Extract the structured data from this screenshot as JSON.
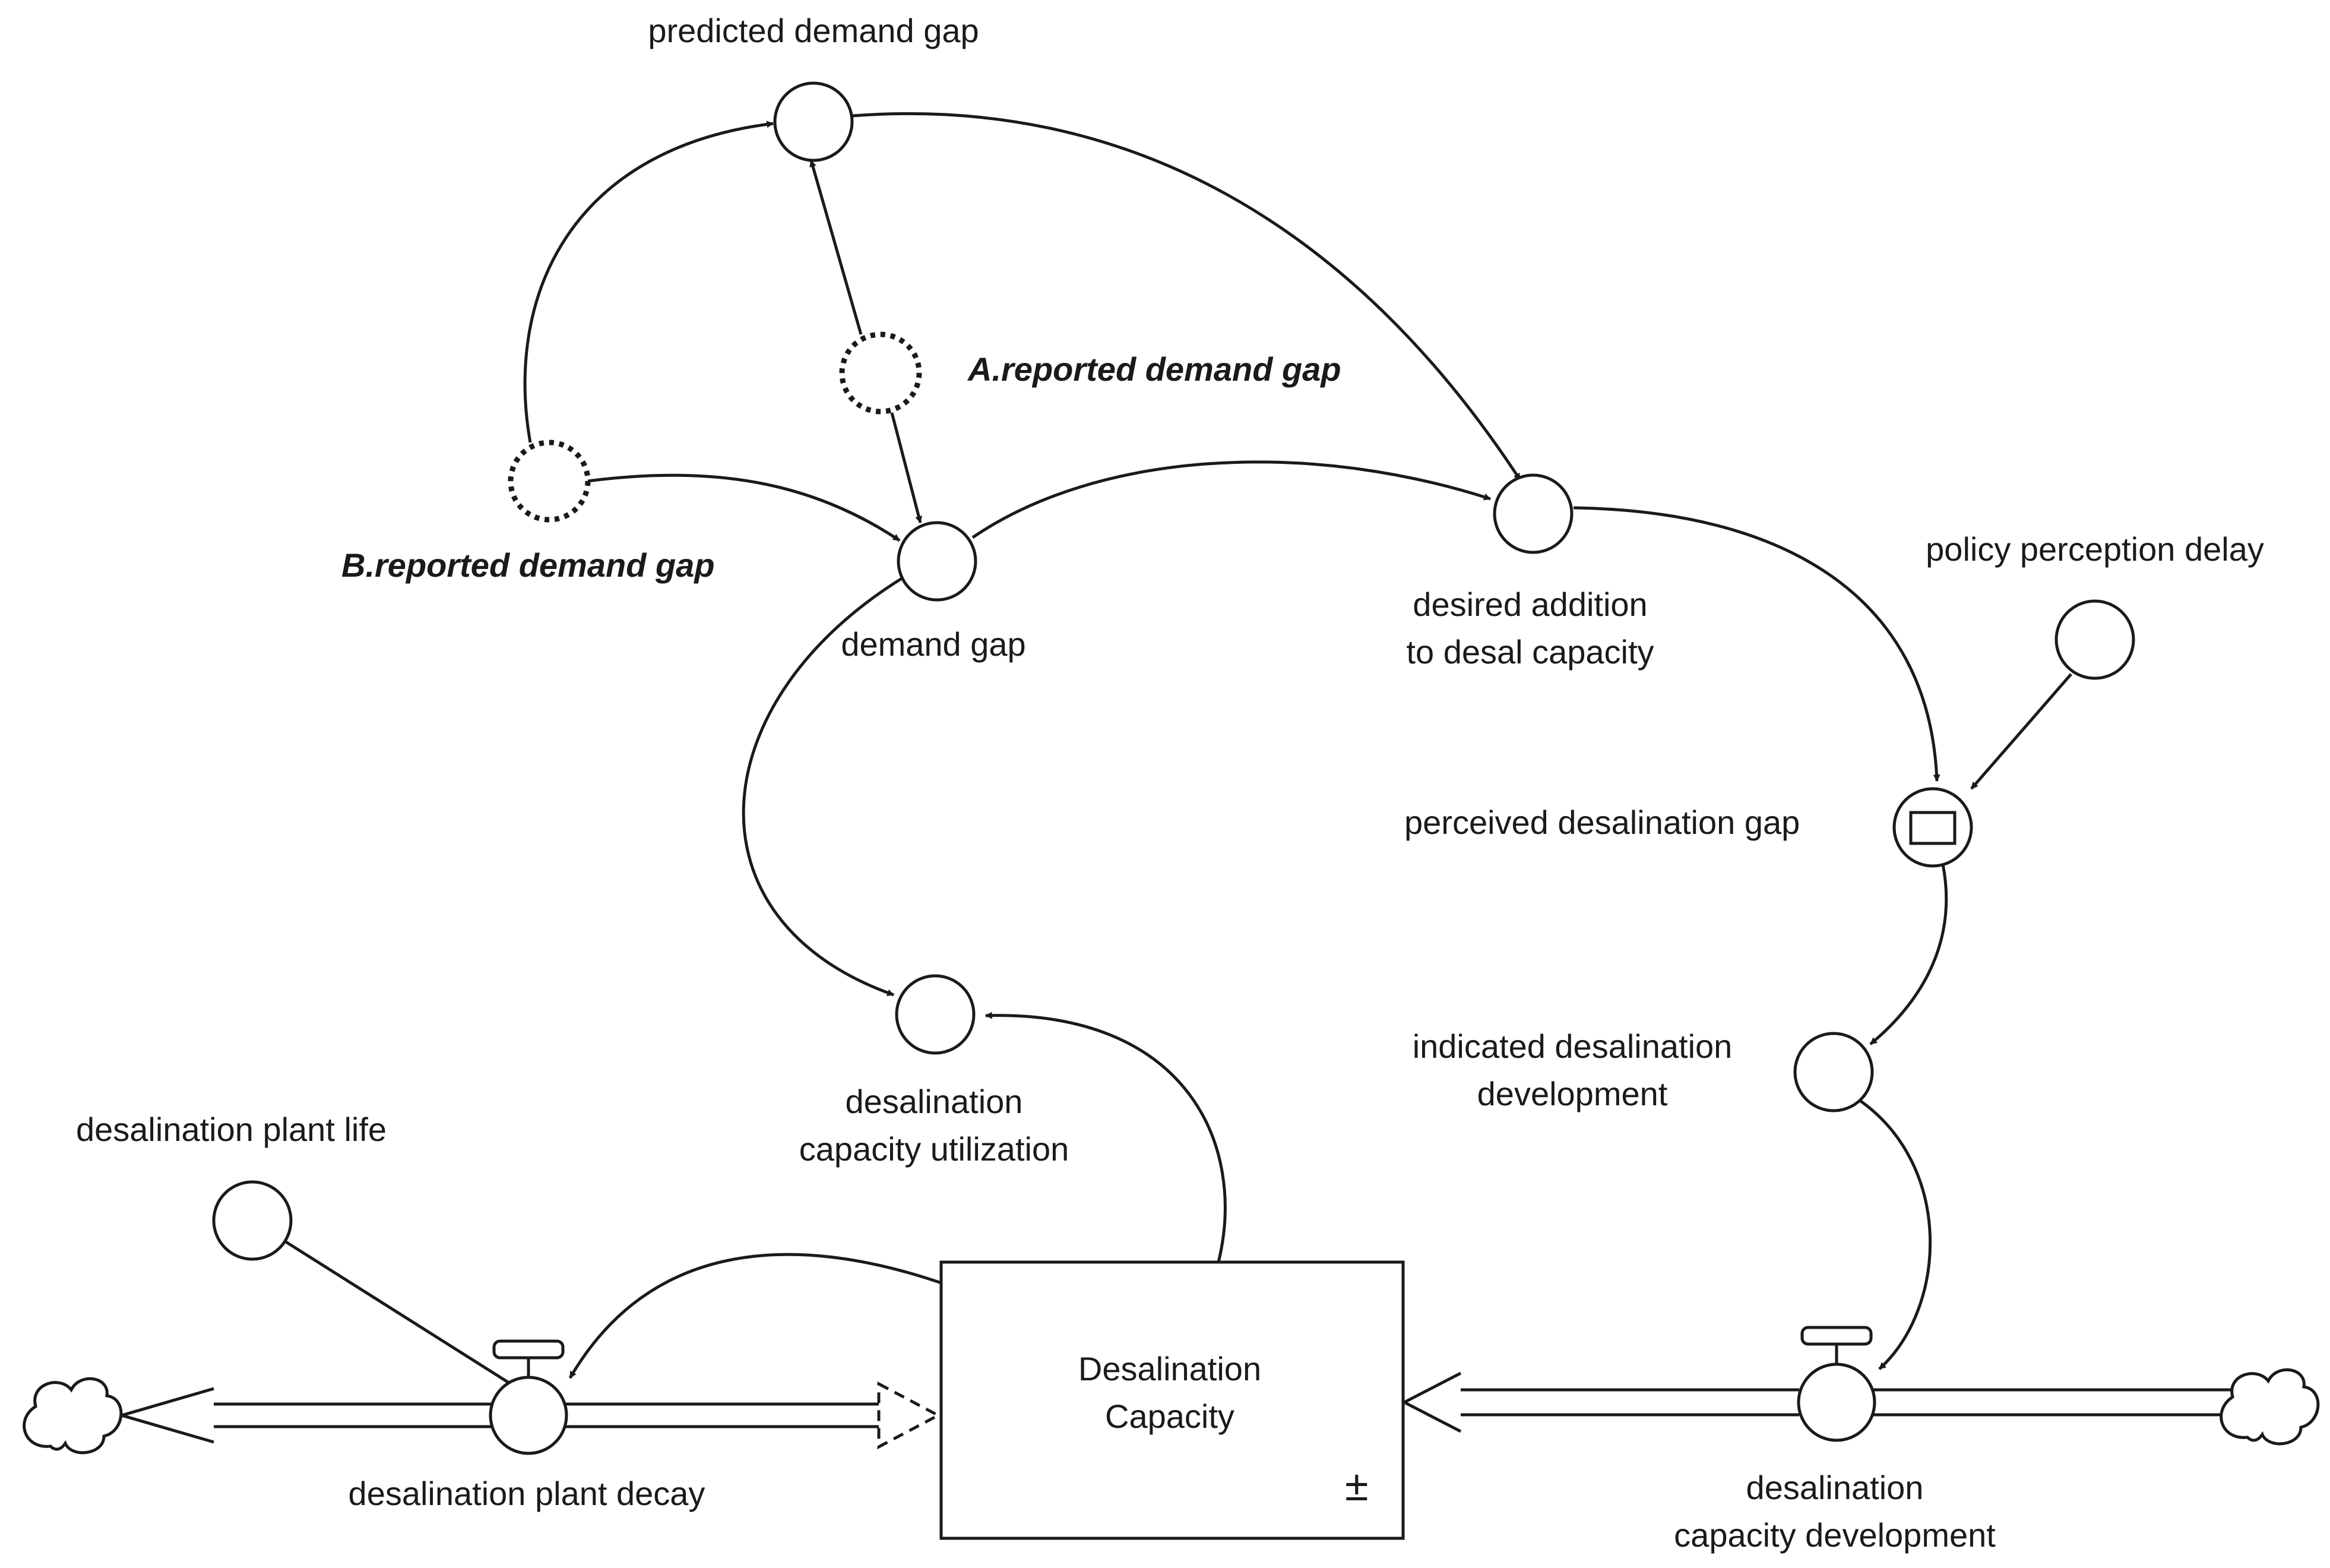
{
  "nodes": {
    "predicted_demand_gap": "predicted demand gap",
    "a_reported_demand_gap": "A.reported demand gap",
    "b_reported_demand_gap": "B.reported demand gap",
    "demand_gap": "demand gap",
    "desired_addition": "desired addition\nto desal capacity",
    "policy_perception_delay": "policy perception delay",
    "perceived_desalination_gap": "perceived desalination gap",
    "indicated_desalination_development": "indicated desalination\ndevelopment",
    "desalination_capacity_utilization": "desalination\ncapacity utilization",
    "desalination_plant_life": "desalination plant life",
    "desalination_capacity": "Desalination\nCapacity",
    "desalination_plant_decay": "desalination plant decay",
    "desalination_capacity_development": "desalination\ncapacity development"
  },
  "stock_symbol": "±",
  "colors": {
    "line": "#1a1a1a",
    "background": "#ffffff"
  }
}
